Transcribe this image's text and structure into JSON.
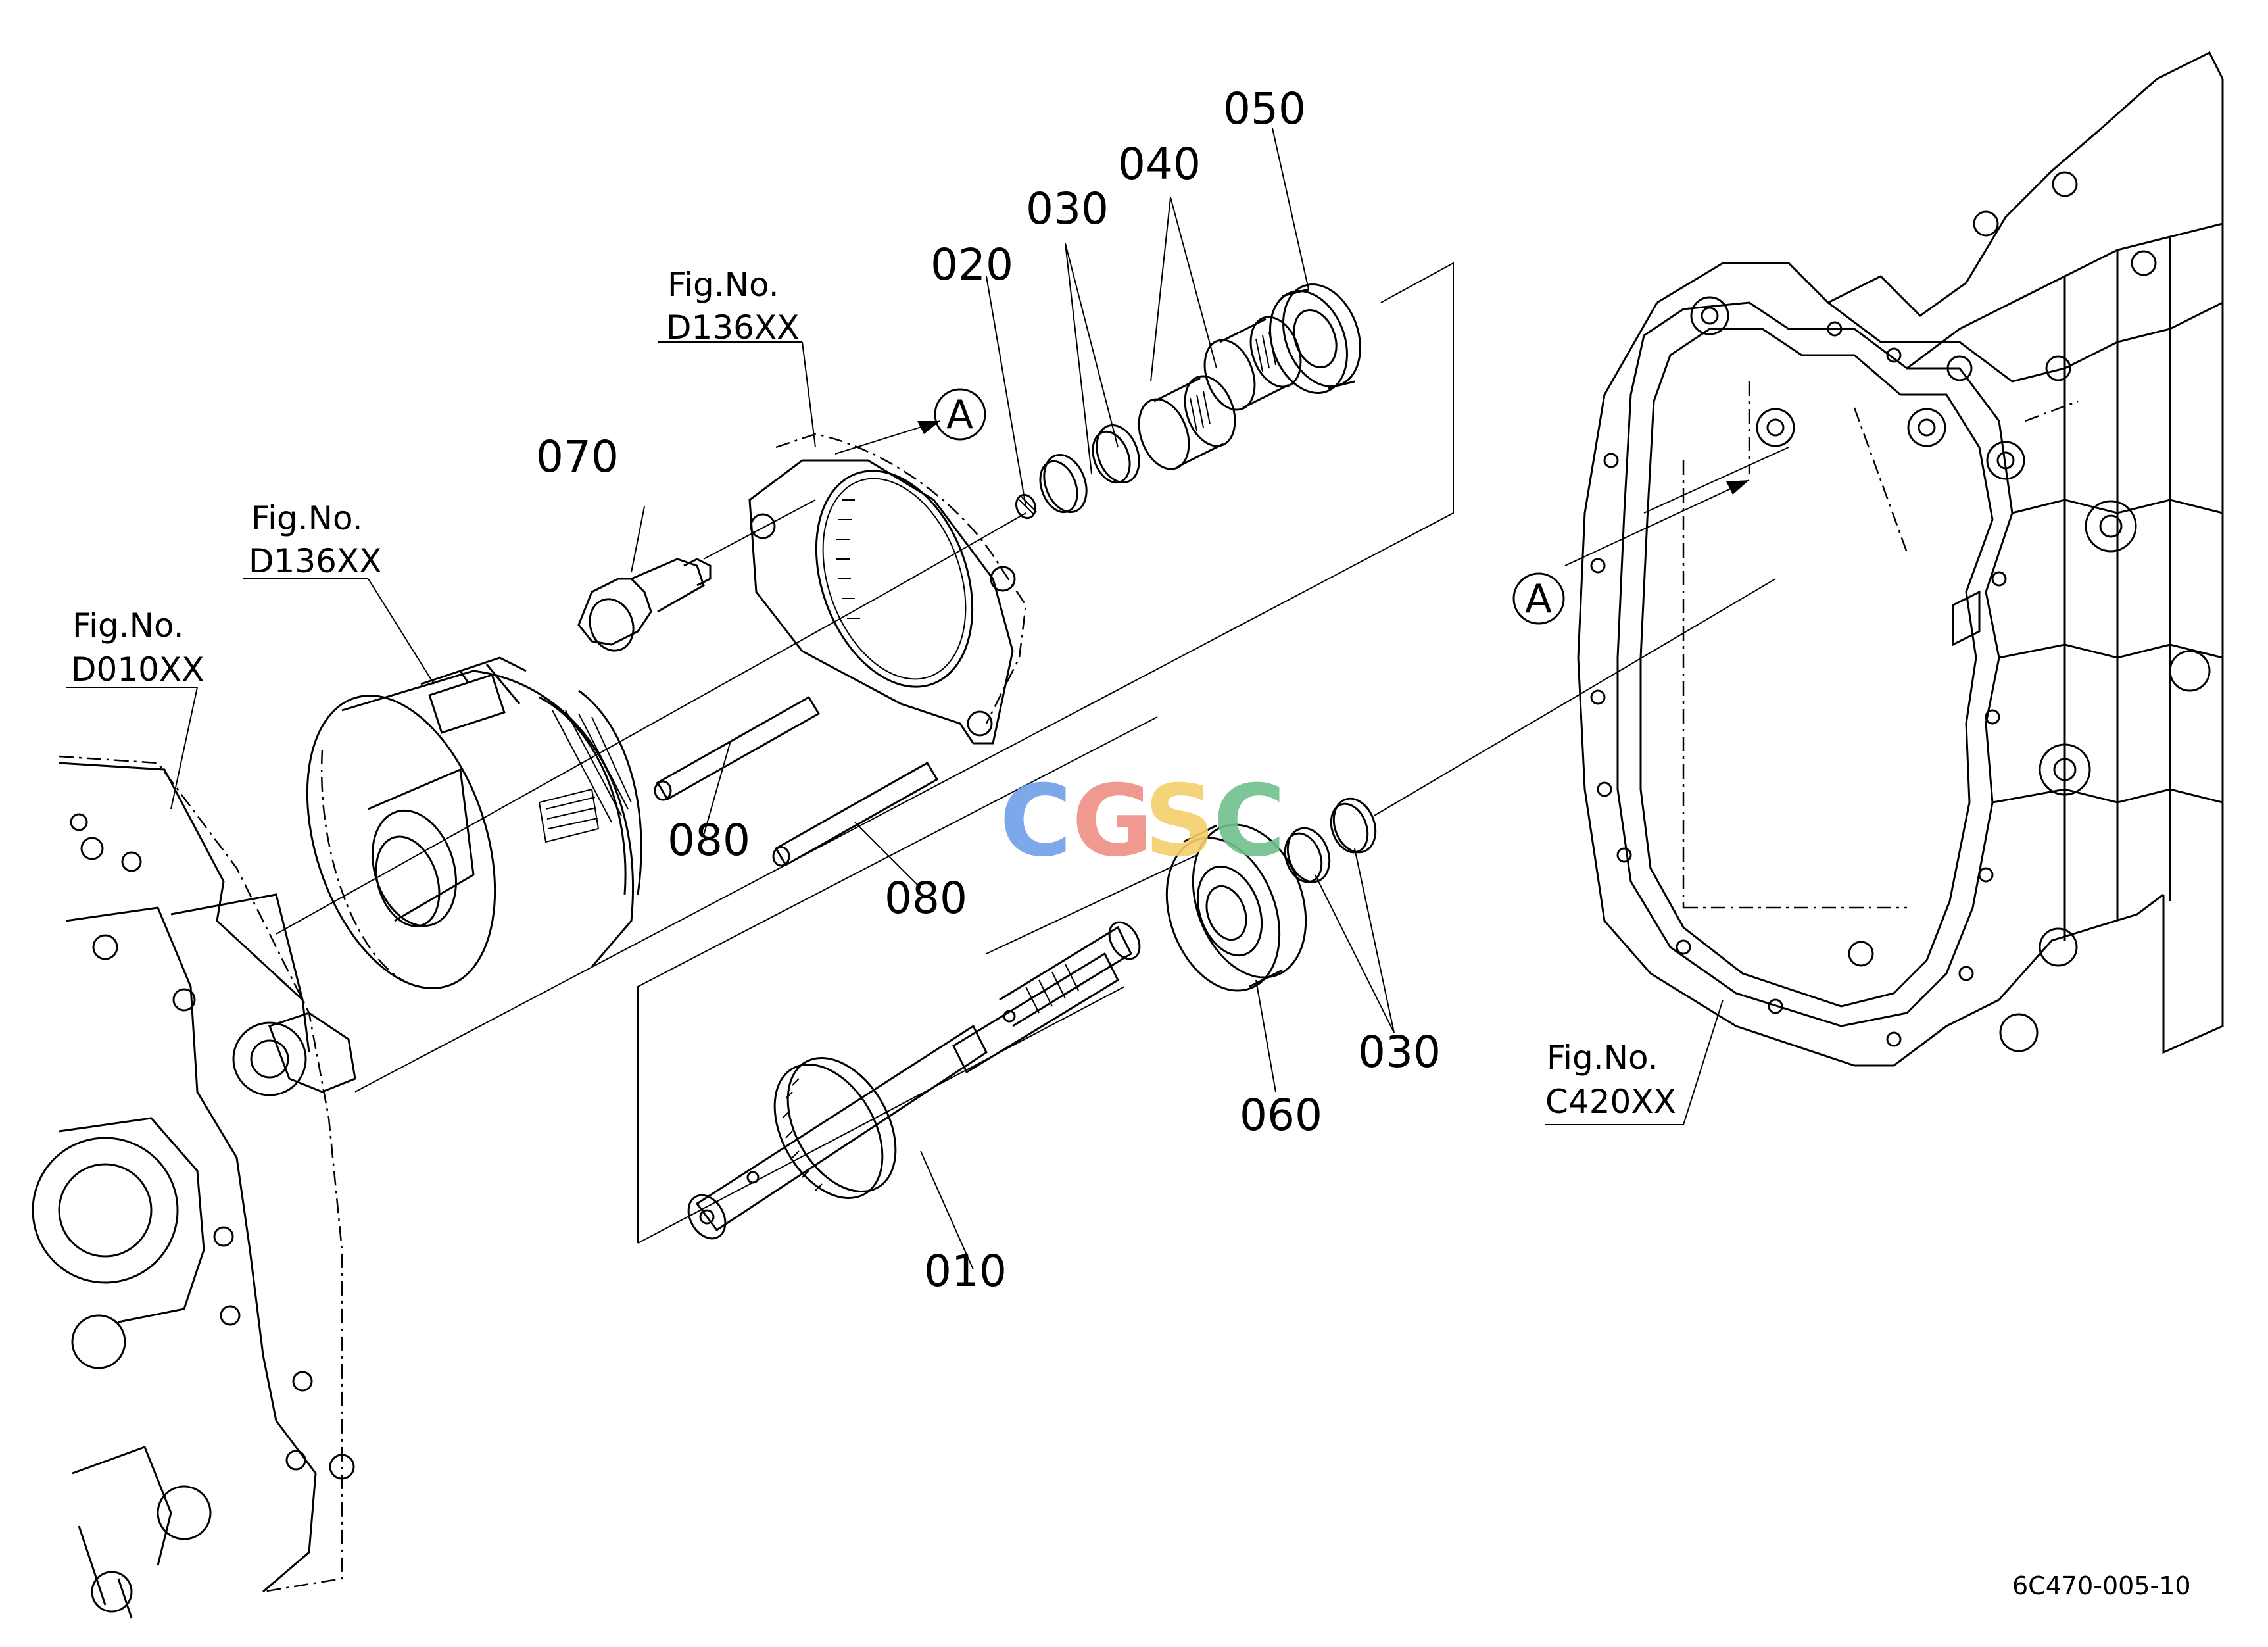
{
  "parts": {
    "p010": "010",
    "p020": "020",
    "p030a": "030",
    "p030b": "030",
    "p040": "040",
    "p050": "050",
    "p060": "060",
    "p070": "070",
    "p080a": "080",
    "p080b": "080"
  },
  "fig_refs": {
    "left_upper": {
      "line1": "Fig.No.",
      "line2": "D136XX"
    },
    "left_middle": {
      "line1": "Fig.No.",
      "line2": "D136XX"
    },
    "left_lower": {
      "line1": "Fig.No.",
      "line2": "D010XX"
    },
    "right": {
      "line1": "Fig.No.",
      "line2": "C420XX"
    }
  },
  "callouts": {
    "a_upper": "A",
    "a_right": "A"
  },
  "watermark": {
    "letters": [
      "C",
      "G",
      "S",
      "C"
    ],
    "colors": [
      "#6f9fe8",
      "#ef8f86",
      "#f5cf6a",
      "#6fc08c"
    ]
  },
  "doc_code": "6C470-005-10"
}
